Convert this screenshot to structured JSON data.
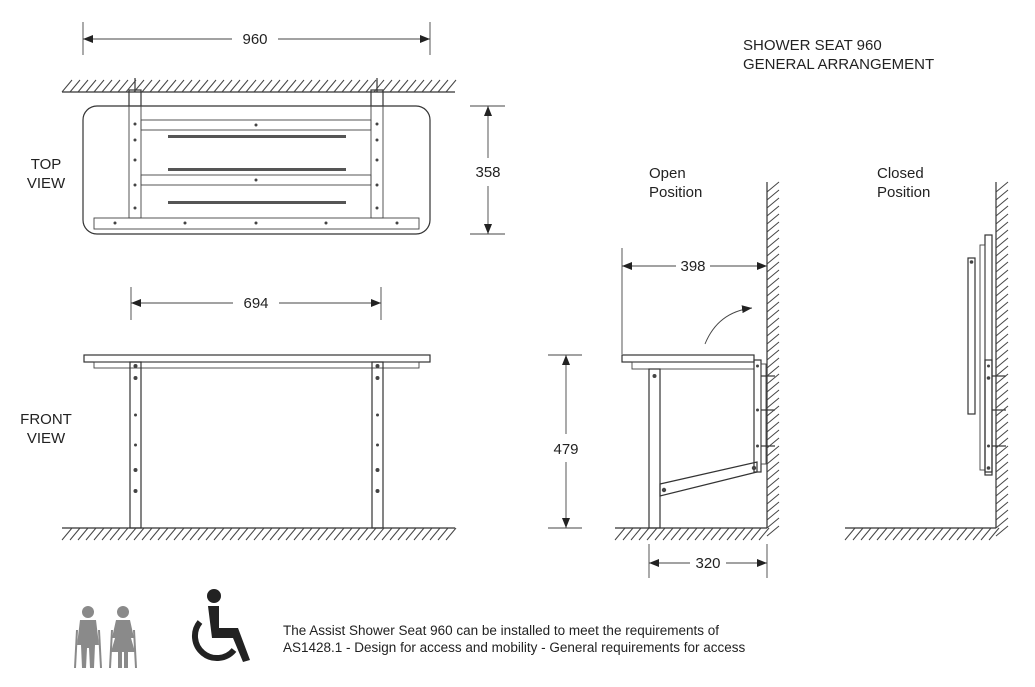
{
  "title": {
    "line1": "SHOWER SEAT 960",
    "line2": "GENERAL ARRANGEMENT"
  },
  "views": {
    "top_line1": "TOP",
    "top_line2": "VIEW",
    "front_line1": "FRONT",
    "front_line2": "VIEW",
    "open_line1": "Open",
    "open_line2": "Position",
    "closed_line1": "Closed",
    "closed_line2": "Position"
  },
  "dimensions": {
    "width_overall": "960",
    "depth_top": "358",
    "leg_span": "694",
    "open_depth": "398",
    "seat_height": "479",
    "leg_offset": "320"
  },
  "note": {
    "line1": "The Assist Shower Seat 960 can be installed to meet the requirements of",
    "line2": "AS1428.1 - Design for access and mobility - General requirements for access"
  },
  "icons": [
    "ambulant-people-icon",
    "wheelchair-icon"
  ],
  "colors": {
    "line": "#333333",
    "icon": "#222222",
    "background": "#ffffff"
  }
}
